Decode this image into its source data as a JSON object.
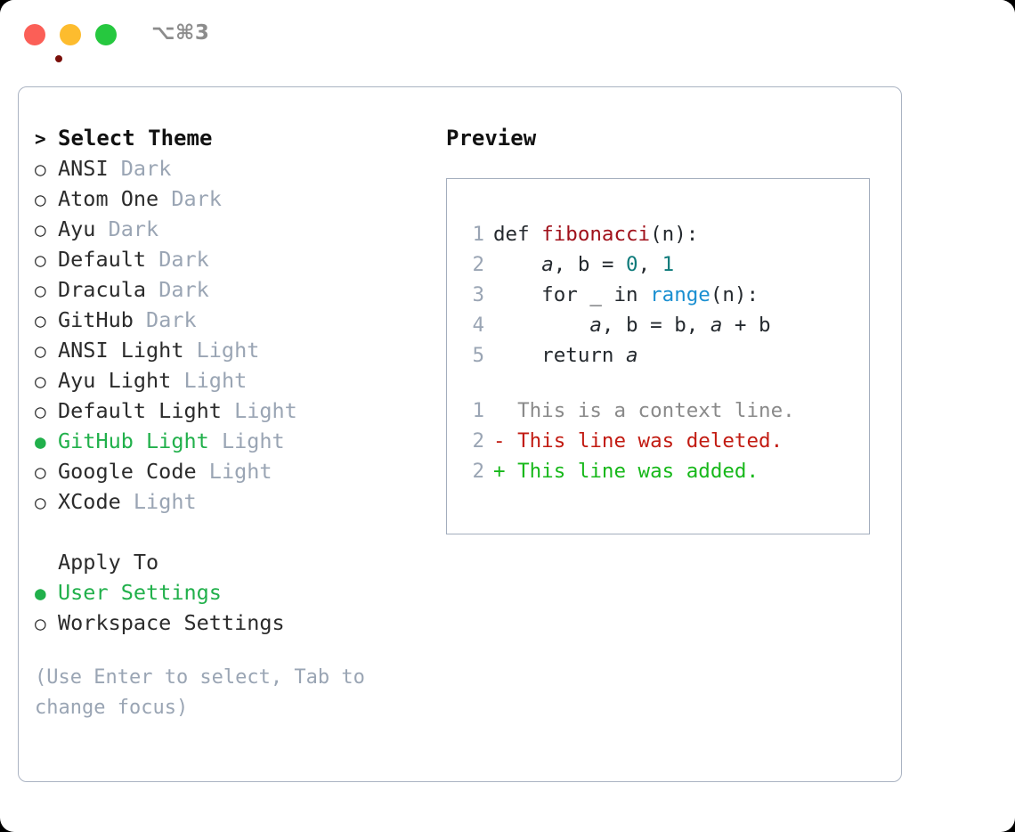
{
  "titlebar": {
    "shortcut": "⌥⌘3",
    "buttons": [
      "close",
      "minimize",
      "maximize"
    ]
  },
  "theme_selector": {
    "header": "Select Theme",
    "header_prompt": ">",
    "marker_selected": "●",
    "marker_unselected": "○",
    "selected_color": "#21b04b",
    "items": [
      {
        "name": "ANSI",
        "kind": "Dark",
        "selected": false
      },
      {
        "name": "Atom One",
        "kind": "Dark",
        "selected": false
      },
      {
        "name": "Ayu",
        "kind": "Dark",
        "selected": false
      },
      {
        "name": "Default",
        "kind": "Dark",
        "selected": false
      },
      {
        "name": "Dracula",
        "kind": "Dark",
        "selected": false
      },
      {
        "name": "GitHub",
        "kind": "Dark",
        "selected": false
      },
      {
        "name": "ANSI Light",
        "kind": "Light",
        "selected": false
      },
      {
        "name": "Ayu Light",
        "kind": "Light",
        "selected": false
      },
      {
        "name": "Default Light",
        "kind": "Light",
        "selected": false
      },
      {
        "name": "GitHub Light",
        "kind": "Light",
        "selected": true
      },
      {
        "name": "Google Code",
        "kind": "Light",
        "selected": false
      },
      {
        "name": "XCode",
        "kind": "Light",
        "selected": false
      }
    ]
  },
  "apply_to": {
    "header": "Apply To",
    "options": [
      {
        "label": "User Settings",
        "selected": true
      },
      {
        "label": "Workspace Settings",
        "selected": false
      }
    ]
  },
  "hint": "(Use Enter to select, Tab to change focus)",
  "preview": {
    "title": "Preview",
    "code_lines": [
      {
        "num": "1",
        "tokens": [
          {
            "t": "def ",
            "c": "plain"
          },
          {
            "t": "fibonacci",
            "c": "kw-fn"
          },
          {
            "t": "(n):",
            "c": "plain"
          }
        ]
      },
      {
        "num": "2",
        "tokens": [
          {
            "t": "    ",
            "c": "plain"
          },
          {
            "t": "a",
            "c": "var-it"
          },
          {
            "t": ", b = ",
            "c": "plain"
          },
          {
            "t": "0",
            "c": "kw-num"
          },
          {
            "t": ", ",
            "c": "plain"
          },
          {
            "t": "1",
            "c": "kw-num"
          }
        ]
      },
      {
        "num": "3",
        "tokens": [
          {
            "t": "    for _ in ",
            "c": "plain"
          },
          {
            "t": "range",
            "c": "kw-call"
          },
          {
            "t": "(n):",
            "c": "plain"
          }
        ]
      },
      {
        "num": "4",
        "tokens": [
          {
            "t": "        ",
            "c": "plain"
          },
          {
            "t": "a",
            "c": "var-it"
          },
          {
            "t": ", b = b, ",
            "c": "plain"
          },
          {
            "t": "a",
            "c": "var-it"
          },
          {
            "t": " + b",
            "c": "plain"
          }
        ]
      },
      {
        "num": "5",
        "tokens": [
          {
            "t": "    return ",
            "c": "plain"
          },
          {
            "t": "a",
            "c": "var-it"
          }
        ]
      }
    ],
    "diff_lines": [
      {
        "num": "1",
        "sign": " ",
        "text": "This is a context line.",
        "kind": "context"
      },
      {
        "num": "2",
        "sign": "-",
        "text": "This line was deleted.",
        "kind": "deleted"
      },
      {
        "num": "2",
        "sign": "+",
        "text": "This line was added.",
        "kind": "added"
      }
    ]
  },
  "colors": {
    "selected_green": "#21b04b",
    "muted": "#9aa5b4",
    "diff_add": "#17b81a",
    "diff_del": "#c21b12",
    "syntax_fn": "#a0111b",
    "syntax_num": "#0d7a7a",
    "syntax_call": "#1a8fd1",
    "border": "#aab3c2"
  }
}
